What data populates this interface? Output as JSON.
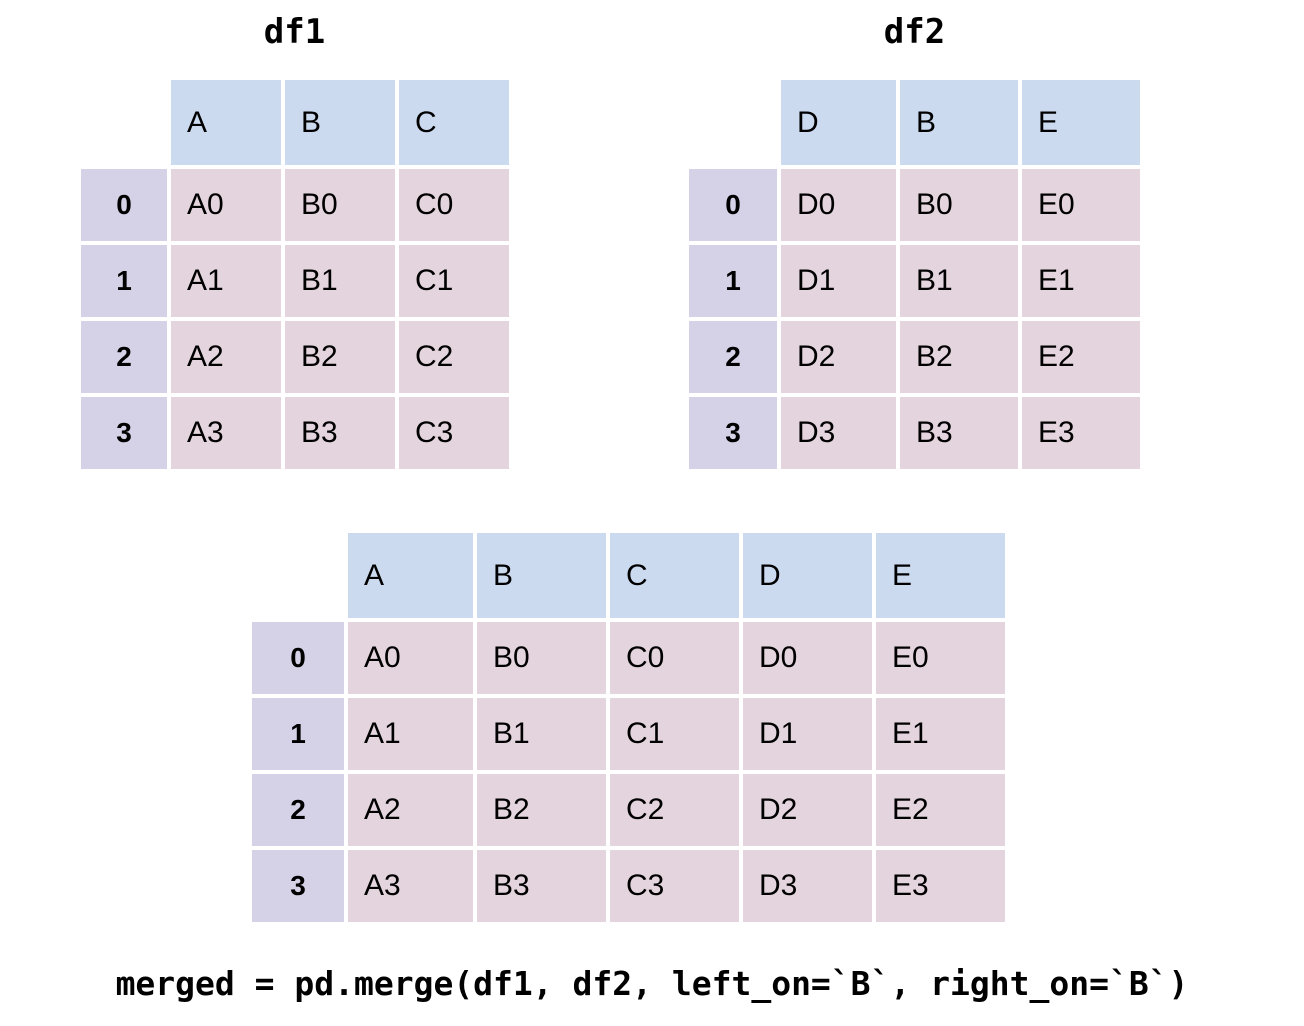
{
  "tables": [
    {
      "id": "df1",
      "title": "df1",
      "columns": [
        "A",
        "B",
        "C"
      ],
      "index": [
        "0",
        "1",
        "2",
        "3"
      ],
      "rows": [
        [
          "A0",
          "B0",
          "C0"
        ],
        [
          "A1",
          "B1",
          "C1"
        ],
        [
          "A2",
          "B2",
          "C2"
        ],
        [
          "A3",
          "B3",
          "C3"
        ]
      ]
    },
    {
      "id": "df2",
      "title": "df2",
      "columns": [
        "D",
        "B",
        "E"
      ],
      "index": [
        "0",
        "1",
        "2",
        "3"
      ],
      "rows": [
        [
          "D0",
          "B0",
          "E0"
        ],
        [
          "D1",
          "B1",
          "E1"
        ],
        [
          "D2",
          "B2",
          "E2"
        ],
        [
          "D3",
          "B3",
          "E3"
        ]
      ]
    },
    {
      "id": "merged",
      "title": "",
      "columns": [
        "A",
        "B",
        "C",
        "D",
        "E"
      ],
      "index": [
        "0",
        "1",
        "2",
        "3"
      ],
      "rows": [
        [
          "A0",
          "B0",
          "C0",
          "D0",
          "E0"
        ],
        [
          "A1",
          "B1",
          "C1",
          "D1",
          "E1"
        ],
        [
          "A2",
          "B2",
          "C2",
          "D2",
          "E2"
        ],
        [
          "A3",
          "B3",
          "C3",
          "D3",
          "E3"
        ]
      ]
    }
  ],
  "code": {
    "statement": "merged = pd.merge(df1, df2, left_on=`B`, right_on=`B`)"
  },
  "colors": {
    "header_fill": "#ccdaf0",
    "body_fill": "#e4d4dd",
    "index_fill": "#d5d2e7",
    "text": "#000000",
    "background": "#ffffff"
  }
}
